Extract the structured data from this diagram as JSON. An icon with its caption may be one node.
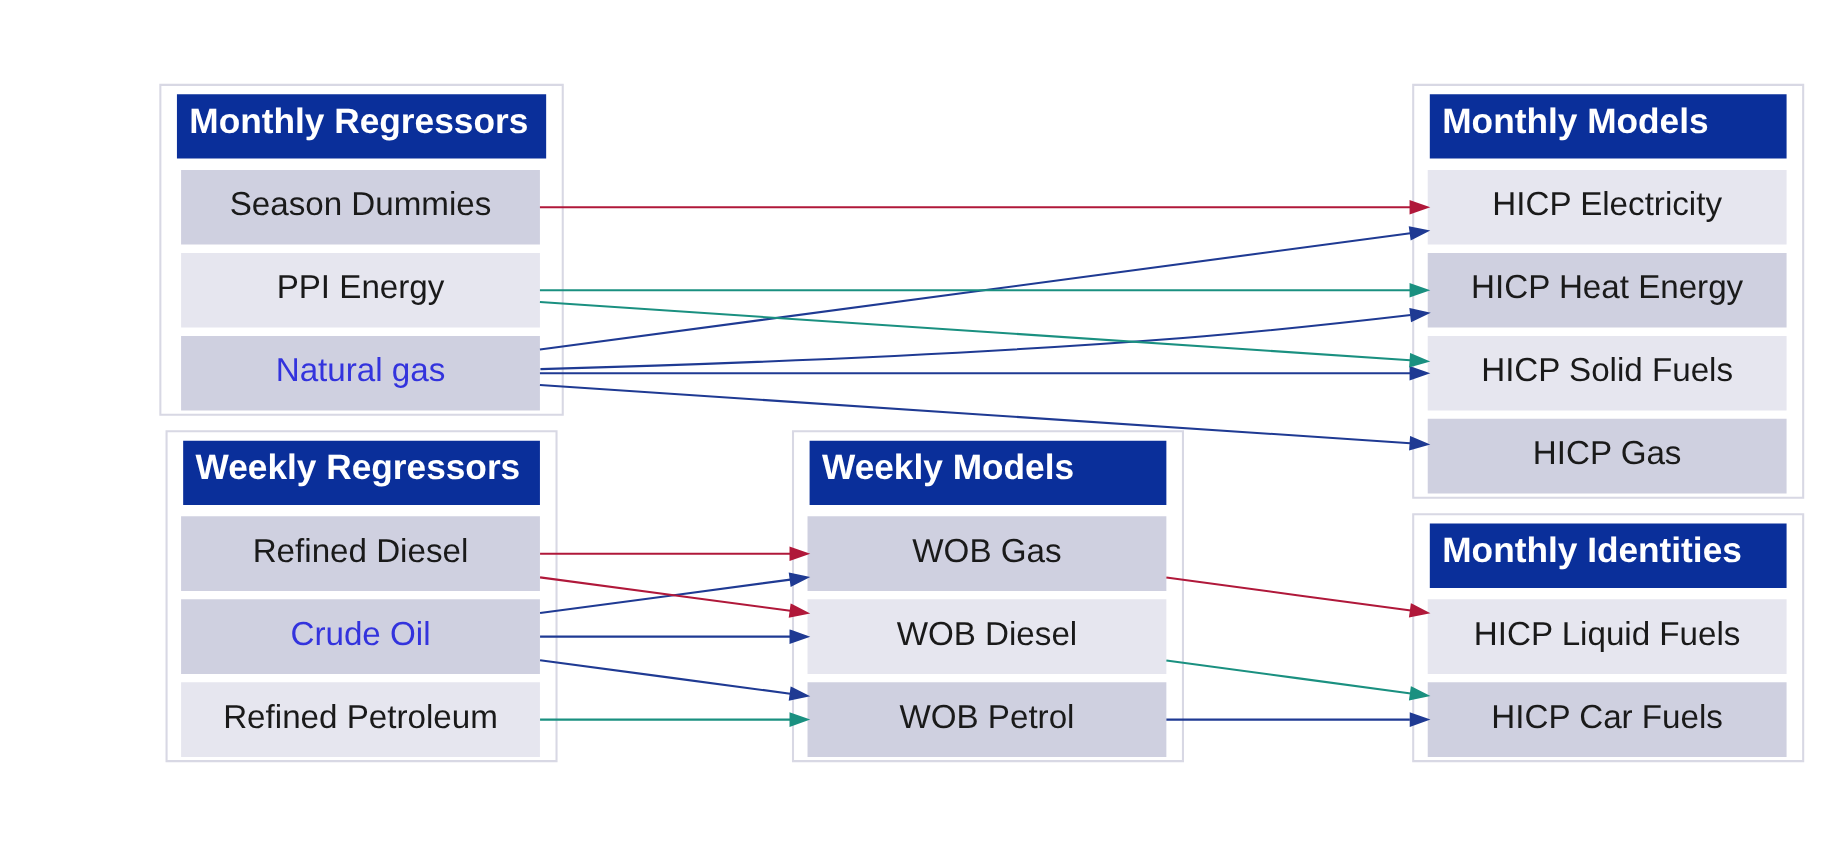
{
  "diagram": {
    "nodes": [
      {
        "text": [
          "Weekly Regressors"
        ]
      },
      {
        "text": [
          "Crude Oil"
        ],
        "in": 0
      },
      {
        "text": [
          "Refined Petroleum"
        ],
        "in": 0
      },
      {
        "text": [
          "Refined Diesel"
        ],
        "in": 0
      },
      {
        "text": [
          "Weekly Models"
        ]
      },
      {
        "text": [
          "WOB Petrol"
        ],
        "in": 4
      },
      {
        "text": [
          "WOB Diesel"
        ],
        "in": 4
      },
      {
        "text": [
          "WOB Gas"
        ],
        "in": 4
      },
      {
        "text": [
          "Monthly Identities"
        ]
      },
      {
        "text": [
          "HICP Car Fuels"
        ],
        "in": 8
      },
      {
        "text": [
          "HICP Liquid Fuels"
        ],
        "in": 8
      },
      {
        "text": [
          "Monthly Regressors"
        ]
      },
      {
        "text": [
          "Natural gas"
        ],
        "in": 11
      },
      {
        "text": [
          "PPI Energy"
        ],
        "in": 11
      },
      {
        "text": [
          "Season Dummies"
        ],
        "in": 11
      },
      {
        "text": [
          "Monthly Models"
        ]
      },
      {
        "text": [
          "HICP Gas"
        ],
        "in": 15
      },
      {
        "text": [
          "HICP Electricity"
        ],
        "in": 15
      },
      {
        "text": [
          "HICP Heat Energy"
        ],
        "in": 15
      },
      {
        "text": [
          "HICP Solid Fuels"
        ],
        "in": 15
      }
    ],
    "edges": [
      {
        "from": 1,
        "to": 5,
        "arrow": "to"
      },
      {
        "from": 1,
        "to": 6,
        "arrow": "to"
      },
      {
        "from": 1,
        "to": 7,
        "arrow": "to"
      },
      {
        "from": 2,
        "to": 5,
        "arrow": "to",
        "color": "#1a9080"
      },
      {
        "from": 3,
        "to": 6,
        "arrow": "to",
        "color": "#b0183a"
      },
      {
        "from": 3,
        "to": 7,
        "arrow": "to",
        "color": "#b0183a"
      },
      {
        "from": 5,
        "to": 9,
        "arrow": "to"
      },
      {
        "from": 6,
        "to": 9,
        "arrow": "to",
        "color": "#1a9080"
      },
      {
        "from": 7,
        "to": 10,
        "arrow": "to",
        "color": "#b0183a"
      },
      {
        "from": 12,
        "to": 16,
        "arrow": "to"
      },
      {
        "from": 12,
        "to": 17,
        "arrow": "to"
      },
      {
        "from": 12,
        "to": 18,
        "arrow": "to"
      },
      {
        "from": 12,
        "to": 19,
        "arrow": "to"
      },
      {
        "from": 13,
        "to": 18,
        "arrow": "to",
        "color": "#1a9080"
      },
      {
        "from": 13,
        "to": 19,
        "arrow": "to",
        "color": "#1a9080"
      },
      {
        "from": 14,
        "to": 17,
        "arrow": "to",
        "color": "#b0183a"
      }
    ]
  }
}
